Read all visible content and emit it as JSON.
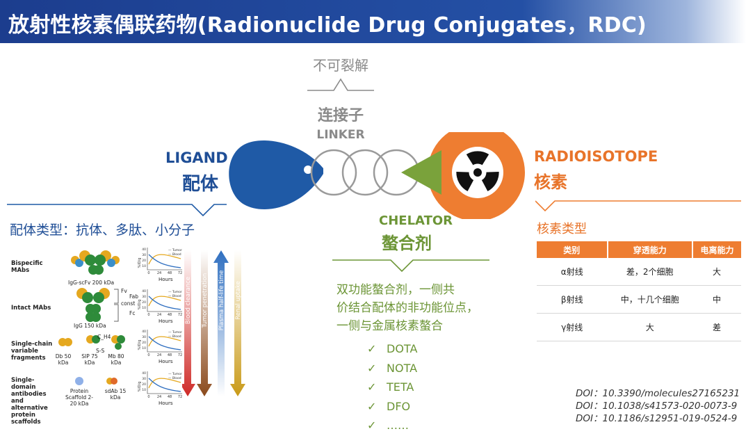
{
  "title": "放射性核素偶联药物(Radionuclide Drug Conjugates，RDC)",
  "linker": {
    "note": "不可裂解",
    "cn": "连接子",
    "en": "LINKER"
  },
  "ligand": {
    "en": "LIGAND",
    "cn": "配体",
    "types": "配体类型：抗体、多肽、小分子"
  },
  "radioisotope": {
    "en": "RADIOISOTOPE",
    "cn": "核素",
    "types": "核素类型"
  },
  "chelator": {
    "en": "CHELATOR",
    "cn": "螯合剂",
    "desc": [
      "双功能螯合剂，一侧共",
      "价结合配体的非功能位点，",
      "一侧与金属核素螯合"
    ],
    "list": [
      "DOTA",
      "NOTA",
      "TETA",
      "DFO",
      "……"
    ],
    "check": "✓"
  },
  "table": {
    "headers": [
      "类别",
      "穿透能力",
      "电离能力"
    ],
    "rows": [
      [
        "α射线",
        "差，2个细胞",
        "大"
      ],
      [
        "β射线",
        "中，十几个细胞",
        "中"
      ],
      [
        "γ射线",
        "大",
        "差"
      ]
    ]
  },
  "figure": {
    "rows": [
      {
        "label": "Bispecific MAbs",
        "caption": "IgG-scFv  200 kDa"
      },
      {
        "label": "Intact MAbs",
        "caption": "IgG  150 kDa"
      },
      {
        "label": "Single-chain variable fragments",
        "items": [
          "Db 50 kDa",
          "SIP 75 kDa",
          "Mb 80 kDa"
        ]
      },
      {
        "label": "Single-domain antibodies and alternative protein scaffolds",
        "items": [
          "Protein Scaffold 2-20 kDa",
          "sdAb 15 kDa"
        ]
      }
    ],
    "fv": "Fv",
    "fab": "Fab",
    "fc": "Fc",
    "const": "const",
    "cd": "C_H4",
    "ss": "S-S",
    "ylabel": "%ID/g",
    "xticks": [
      "0",
      "24",
      "48",
      "72"
    ],
    "yticks": [
      "40",
      "30",
      "20",
      "10"
    ],
    "xlabel": "Hours",
    "legend": [
      "Tumor",
      "Blood"
    ],
    "arrows": [
      "Blood clearance",
      "Tumor penetration",
      "Plasma half-life time",
      "Renal uptake"
    ],
    "arrow_colors": [
      "#cf2a27",
      "#8b4a1c",
      "#2f6fc0",
      "#c99a18"
    ]
  },
  "dois": [
    "DOI：10.3390/molecules27165231",
    "DOI：10.1038/s41573-020-0073-9",
    "DOI：10.1186/s12951-019-0524-9"
  ],
  "colors": {
    "blue": "#1f4e96",
    "orange": "#ee7d31",
    "green": "#6c9536"
  }
}
